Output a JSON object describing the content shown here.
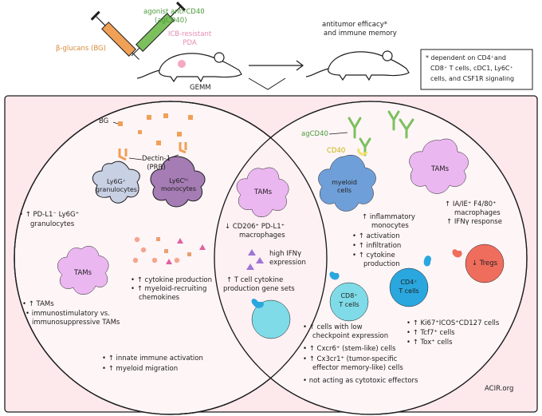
{
  "colors": {
    "panel_bg": "#fde8ec",
    "orange": "#f0a057",
    "green": "#7cc05e",
    "ly6g_cell": "#c8d0e4",
    "ly6c_cell": "#a57db4",
    "tam_cell": "#ebb7f0",
    "myeloid_cell": "#6f9fd8",
    "teal_cell": "#7fdbe8",
    "cd4_cell": "#2aa7de",
    "treg_cell": "#ef6d5d",
    "pda_pink": "#f4a8c4"
  },
  "top": {
    "agonist_label_line1": "agonist anti-CD40",
    "agonist_label_line2": "(agCD40)",
    "bglucan_label": "β-glucans (BG)",
    "icb_label_line1": "ICB-resistant",
    "icb_label_line2": "PDA",
    "gemm_label": "GEMM",
    "outcome_line1": "antitumor efficacy*",
    "outcome_line2": "and immune memory",
    "footnote_line1": "* dependent on CD4⁺and",
    "footnote_line2": "CD8⁺ T cells, cDC1, Ly6C⁺",
    "footnote_line3": "cells, and CSF1R signaling"
  },
  "left": {
    "bg_label": "BG",
    "dectin_line1": "Dectin-1",
    "dectin_line2": "(PRR)",
    "ly6g_line1": "Ly6G⁺",
    "ly6g_line2": "granulocytes",
    "ly6c_line1": "Ly6Cʰⁱ",
    "ly6c_line2": "monocytes",
    "pdl1_line1": "• ↑ PD-L1⁻ Ly6G⁺",
    "pdl1_line2": "granulocytes",
    "tams_label": "TAMs",
    "cytokine_line1": "• ↑ cytokine production",
    "cytokine_line2": "• ↑ myeloid-recruiting",
    "cytokine_line3": "chemokines",
    "tams_bullet_line1": "• ↑ TAMs",
    "tams_bullet_line2": "• immunostimulatory vs.",
    "tams_bullet_line3": "immunosuppressive TAMs",
    "innate_line1": "• ↑ innate immune activation",
    "innate_line2": "• ↑ myeloid migration"
  },
  "middle": {
    "tams_label": "TAMs",
    "cd206_line1": "↓ CD206⁺ PD-L1⁺",
    "cd206_line2": "macrophages",
    "ifn_line1": "high IFNγ",
    "ifn_line2": "expression",
    "tcell_line1": "↑ T cell cytokine",
    "tcell_line2": "production gene sets"
  },
  "right": {
    "agcd40_label": "agCD40",
    "cd40_label": "CD40",
    "myeloid_line1": "myeloid",
    "myeloid_line2": "cells",
    "inflam_line1": "↑ inflammatory",
    "inflam_line2": "monocytes",
    "tams_label": "TAMs",
    "ia_line1": "↑ IA/IE⁺ F4/80⁺",
    "ia_line2": "macrophages",
    "ia_line3": "↑ IFNγ  response",
    "activation_line1": "• ↑ activation",
    "activation_line2": "• ↑ infiltration",
    "activation_line3": "• ↑ cytokine",
    "activation_line4": "production",
    "tregs_label": "↓ Tregs",
    "cd8_line1": "CD8⁺",
    "cd8_line2": "T cells",
    "cd4_line1": "CD4⁺",
    "cd4_line2": "T cells",
    "cd8_bullets": [
      "• ↑ cells with low",
      "checkpoint expression",
      "• ↑ Cxcr6⁺ (stem-like) cells",
      "• ↑ Cx3cr1⁺ (tumor-specific",
      "effector memory-like) cells",
      "• not acting as cytotoxic effectors"
    ],
    "cd4_bullets": [
      "• ↑ Ki67⁺ICOS⁺CD127 cells",
      "• ↑ Tcf7⁺ cells",
      "• ↑ Tox⁺ cells"
    ],
    "source_label": "ACIR.org"
  }
}
